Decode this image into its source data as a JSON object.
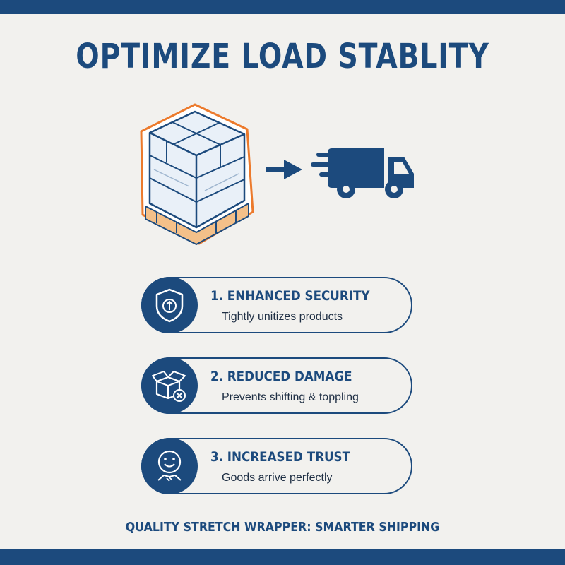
{
  "title": "OPTIMIZE LOAD STABLITY",
  "colors": {
    "brand": "#1c4a7d",
    "accent": "#ec7a2c",
    "pallet": "#f4c089",
    "background": "#f2f1ee"
  },
  "illustration": {
    "pallet_icon": "wrapped-pallet-icon",
    "arrow_icon": "arrow-right-icon",
    "truck_icon": "delivery-truck-icon"
  },
  "benefits": [
    {
      "heading": "1. ENHANCED SECURITY",
      "description": "Tightly unitizes products",
      "icon": "shield-arrow-icon"
    },
    {
      "heading": "2. REDUCED DAMAGE",
      "description": "Prevents shifting & toppling",
      "icon": "broken-box-icon"
    },
    {
      "heading": "3. INCREASED TRUST",
      "description": "Goods arrive perfectly",
      "icon": "smile-handshake-icon"
    }
  ],
  "footer": "QUALITY STRETCH WRAPPER: SMARTER SHIPPING"
}
